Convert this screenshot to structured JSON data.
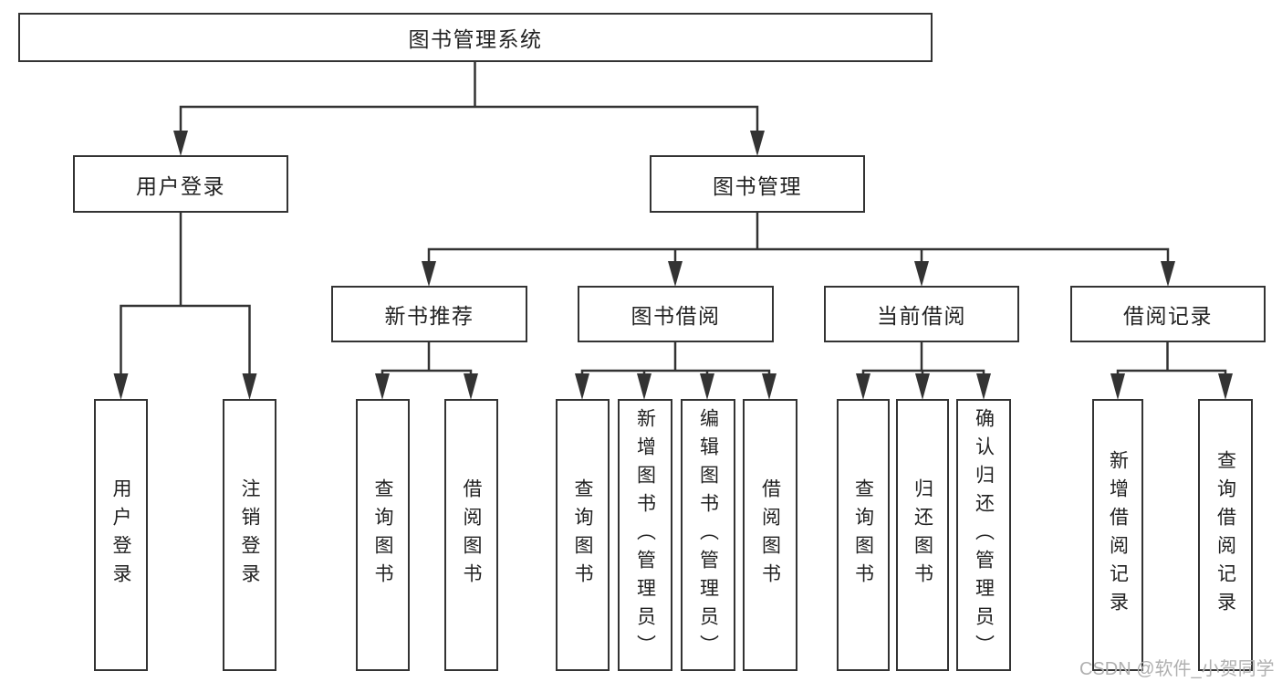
{
  "tree": {
    "label": "图书管理系统",
    "children": [
      {
        "label": "用户登录",
        "children": [
          {
            "label": "用户登录"
          },
          {
            "label": "注销登录"
          }
        ]
      },
      {
        "label": "图书管理",
        "children": [
          {
            "label": "新书推荐",
            "children": [
              {
                "label": "查询图书"
              },
              {
                "label": "借阅图书"
              }
            ]
          },
          {
            "label": "图书借阅",
            "children": [
              {
                "label": "查询图书"
              },
              {
                "label": "新增图书（管理员）"
              },
              {
                "label": "编辑图书（管理员）"
              },
              {
                "label": "借阅图书"
              }
            ]
          },
          {
            "label": "当前借阅",
            "children": [
              {
                "label": "查询图书"
              },
              {
                "label": "归还图书"
              },
              {
                "label": "确认归还（管理员）"
              }
            ]
          },
          {
            "label": "借阅记录",
            "children": [
              {
                "label": "新增借阅记录"
              },
              {
                "label": "查询借阅记录"
              }
            ]
          }
        ]
      }
    ]
  },
  "watermark": {
    "text": "CSDN @软件_小贺同学"
  },
  "colors": {
    "line": "#333333",
    "text": "#222222",
    "watermark": "#b0b0b0",
    "background": "#ffffff"
  }
}
